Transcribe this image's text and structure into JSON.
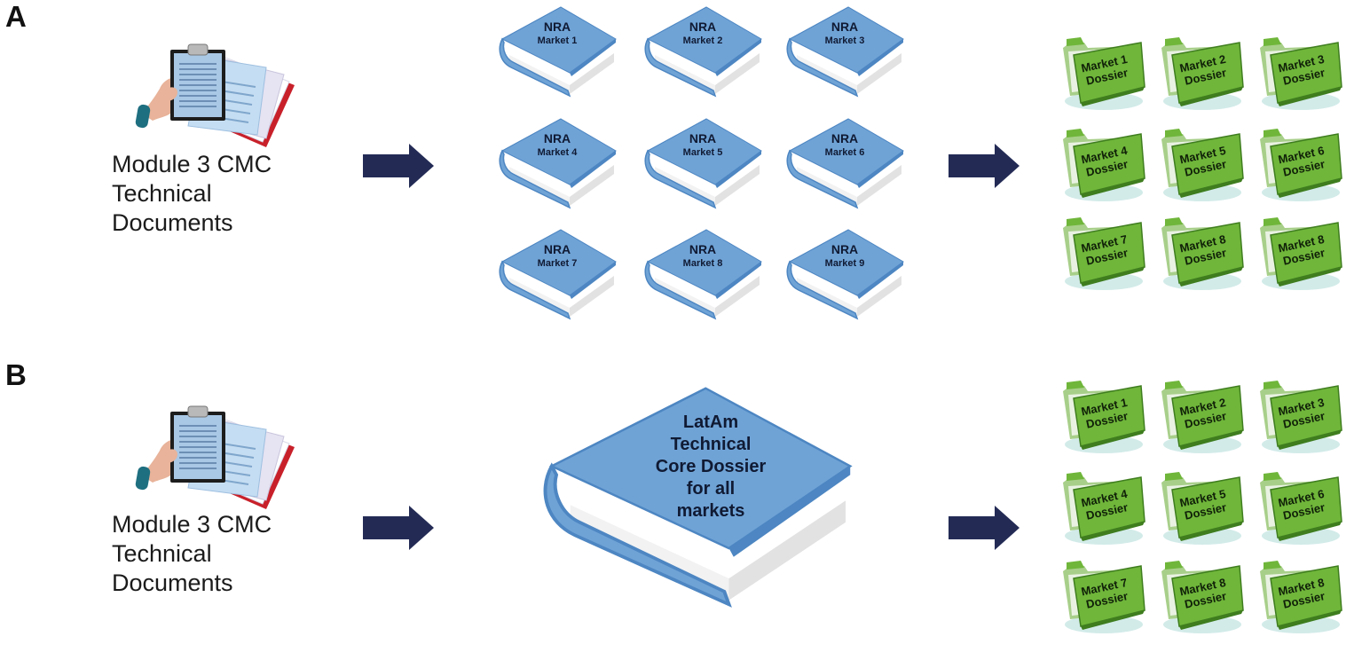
{
  "panels": {
    "a": {
      "letter": "A",
      "source_label": "Module 3 CMC\nTechnical\nDocuments",
      "books": [
        {
          "title": "NRA",
          "subtitle": "Market 1"
        },
        {
          "title": "NRA",
          "subtitle": "Market 2"
        },
        {
          "title": "NRA",
          "subtitle": "Market 3"
        },
        {
          "title": "NRA",
          "subtitle": "Market 4"
        },
        {
          "title": "NRA",
          "subtitle": "Market 5"
        },
        {
          "title": "NRA",
          "subtitle": "Market 6"
        },
        {
          "title": "NRA",
          "subtitle": "Market 7"
        },
        {
          "title": "NRA",
          "subtitle": "Market 8"
        },
        {
          "title": "NRA",
          "subtitle": "Market 9"
        }
      ],
      "folders": [
        {
          "line1": "Market 1",
          "line2": "Dossier"
        },
        {
          "line1": "Market 2",
          "line2": "Dossier"
        },
        {
          "line1": "Market 3",
          "line2": "Dossier"
        },
        {
          "line1": "Market 4",
          "line2": "Dossier"
        },
        {
          "line1": "Market 5",
          "line2": "Dossier"
        },
        {
          "line1": "Market 6",
          "line2": "Dossier"
        },
        {
          "line1": "Market 7",
          "line2": "Dossier"
        },
        {
          "line1": "Market 8",
          "line2": "Dossier"
        },
        {
          "line1": "Market 8",
          "line2": "Dossier"
        }
      ]
    },
    "b": {
      "letter": "B",
      "source_label": "Module 3 CMC\nTechnical\nDocuments",
      "core_book_label": "LatAm\nTechnical\nCore Dossier\nfor all\nmarkets",
      "folders": [
        {
          "line1": "Market 1",
          "line2": "Dossier"
        },
        {
          "line1": "Market 2",
          "line2": "Dossier"
        },
        {
          "line1": "Market 3",
          "line2": "Dossier"
        },
        {
          "line1": "Market 4",
          "line2": "Dossier"
        },
        {
          "line1": "Market 5",
          "line2": "Dossier"
        },
        {
          "line1": "Market 6",
          "line2": "Dossier"
        },
        {
          "line1": "Market 7",
          "line2": "Dossier"
        },
        {
          "line1": "Market 8",
          "line2": "Dossier"
        },
        {
          "line1": "Market 8",
          "line2": "Dossier"
        }
      ]
    }
  },
  "colors": {
    "arrow": "#232b55",
    "book_cover": "#6fa3d6",
    "book_edge": "#4d86c2",
    "book_pages": "#f1f1f1",
    "folder_green": "#6fb63a",
    "folder_dark": "#3f7d1f",
    "doc_red": "#c8202a",
    "clipboard_blue": "#a9c8e6"
  },
  "icons": {
    "source": "clipboard-documents-icon",
    "flow": "right-arrow-icon",
    "book": "book-icon",
    "folder": "folder-icon"
  }
}
